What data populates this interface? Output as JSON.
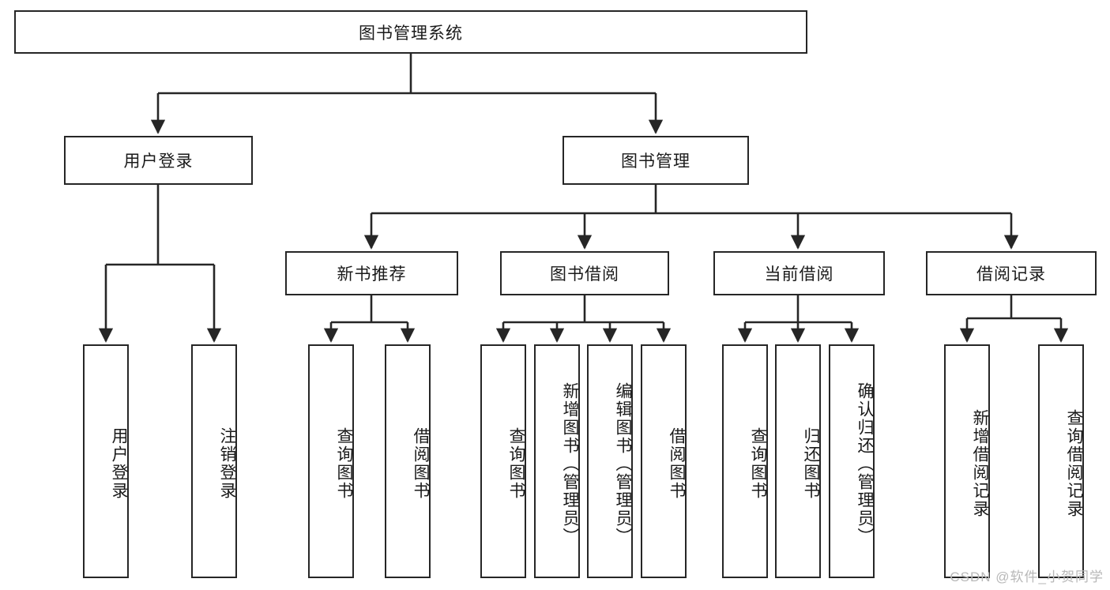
{
  "diagram": {
    "title": "图书管理系统",
    "watermark": "CSDN @软件_小贺同学",
    "colors": {
      "stroke": "#262626",
      "fill": "#ffffff",
      "text": "#1a1a1a",
      "watermark": "#b8b8b8"
    },
    "root": {
      "label": "图书管理系统"
    },
    "level2": [
      {
        "label": "用户登录"
      },
      {
        "label": "图书管理"
      }
    ],
    "level3": [
      {
        "label": "新书推荐"
      },
      {
        "label": "图书借阅"
      },
      {
        "label": "当前借阅"
      },
      {
        "label": "借阅记录"
      }
    ],
    "leaves": {
      "user_login": [
        {
          "label": "用户登录"
        },
        {
          "label": "注销登录"
        }
      ],
      "new_book_recommend": [
        {
          "label": "查询图书"
        },
        {
          "label": "借阅图书"
        }
      ],
      "book_borrow": [
        {
          "label": "查询图书"
        },
        {
          "label": "新增图书（管理员）"
        },
        {
          "label": "编辑图书（管理员）"
        },
        {
          "label": "借阅图书"
        }
      ],
      "current_borrow": [
        {
          "label": "查询图书"
        },
        {
          "label": "归还图书"
        },
        {
          "label": "确认归还（管理员）"
        }
      ],
      "borrow_record": [
        {
          "label": "新增借阅记录"
        },
        {
          "label": "查询借阅记录"
        }
      ]
    }
  }
}
